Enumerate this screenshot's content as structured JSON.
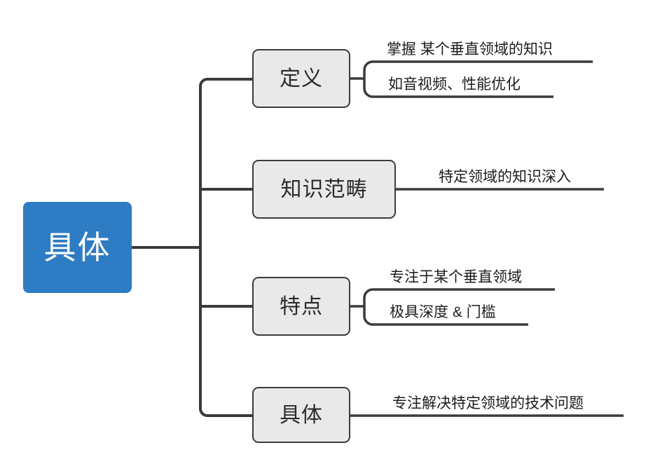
{
  "diagram": {
    "type": "mind-map",
    "title": "具体",
    "colors": {
      "root_fill": "#2e7cc3",
      "root_text": "#ffffff",
      "branch_fill": "#e9e9e9",
      "branch_border": "#3b3b3b",
      "leaf_text": "#1d1d1d",
      "connector": "#3b3b3b",
      "background": "#ffffff"
    },
    "root": {
      "label": "具体"
    },
    "branches": [
      {
        "id": "definition",
        "label": "定义",
        "leaves": [
          {
            "id": "definition-leaf-1",
            "text": "掌握 某个垂直领域的知识"
          },
          {
            "id": "definition-leaf-2",
            "text": "如音视频、性能优化"
          }
        ]
      },
      {
        "id": "knowledge-scope",
        "label": "知识范畴",
        "leaves": [
          {
            "id": "knowledge-scope-leaf-1",
            "text": "特定领域的知识深入"
          }
        ]
      },
      {
        "id": "features",
        "label": "特点",
        "leaves": [
          {
            "id": "features-leaf-1",
            "text": "专注于某个垂直领域"
          },
          {
            "id": "features-leaf-2",
            "text": "极具深度 & 门槛"
          }
        ]
      },
      {
        "id": "concrete",
        "label": "具体",
        "leaves": [
          {
            "id": "concrete-leaf-1",
            "text": "专注解决特定领域的技术问题"
          }
        ]
      }
    ]
  }
}
